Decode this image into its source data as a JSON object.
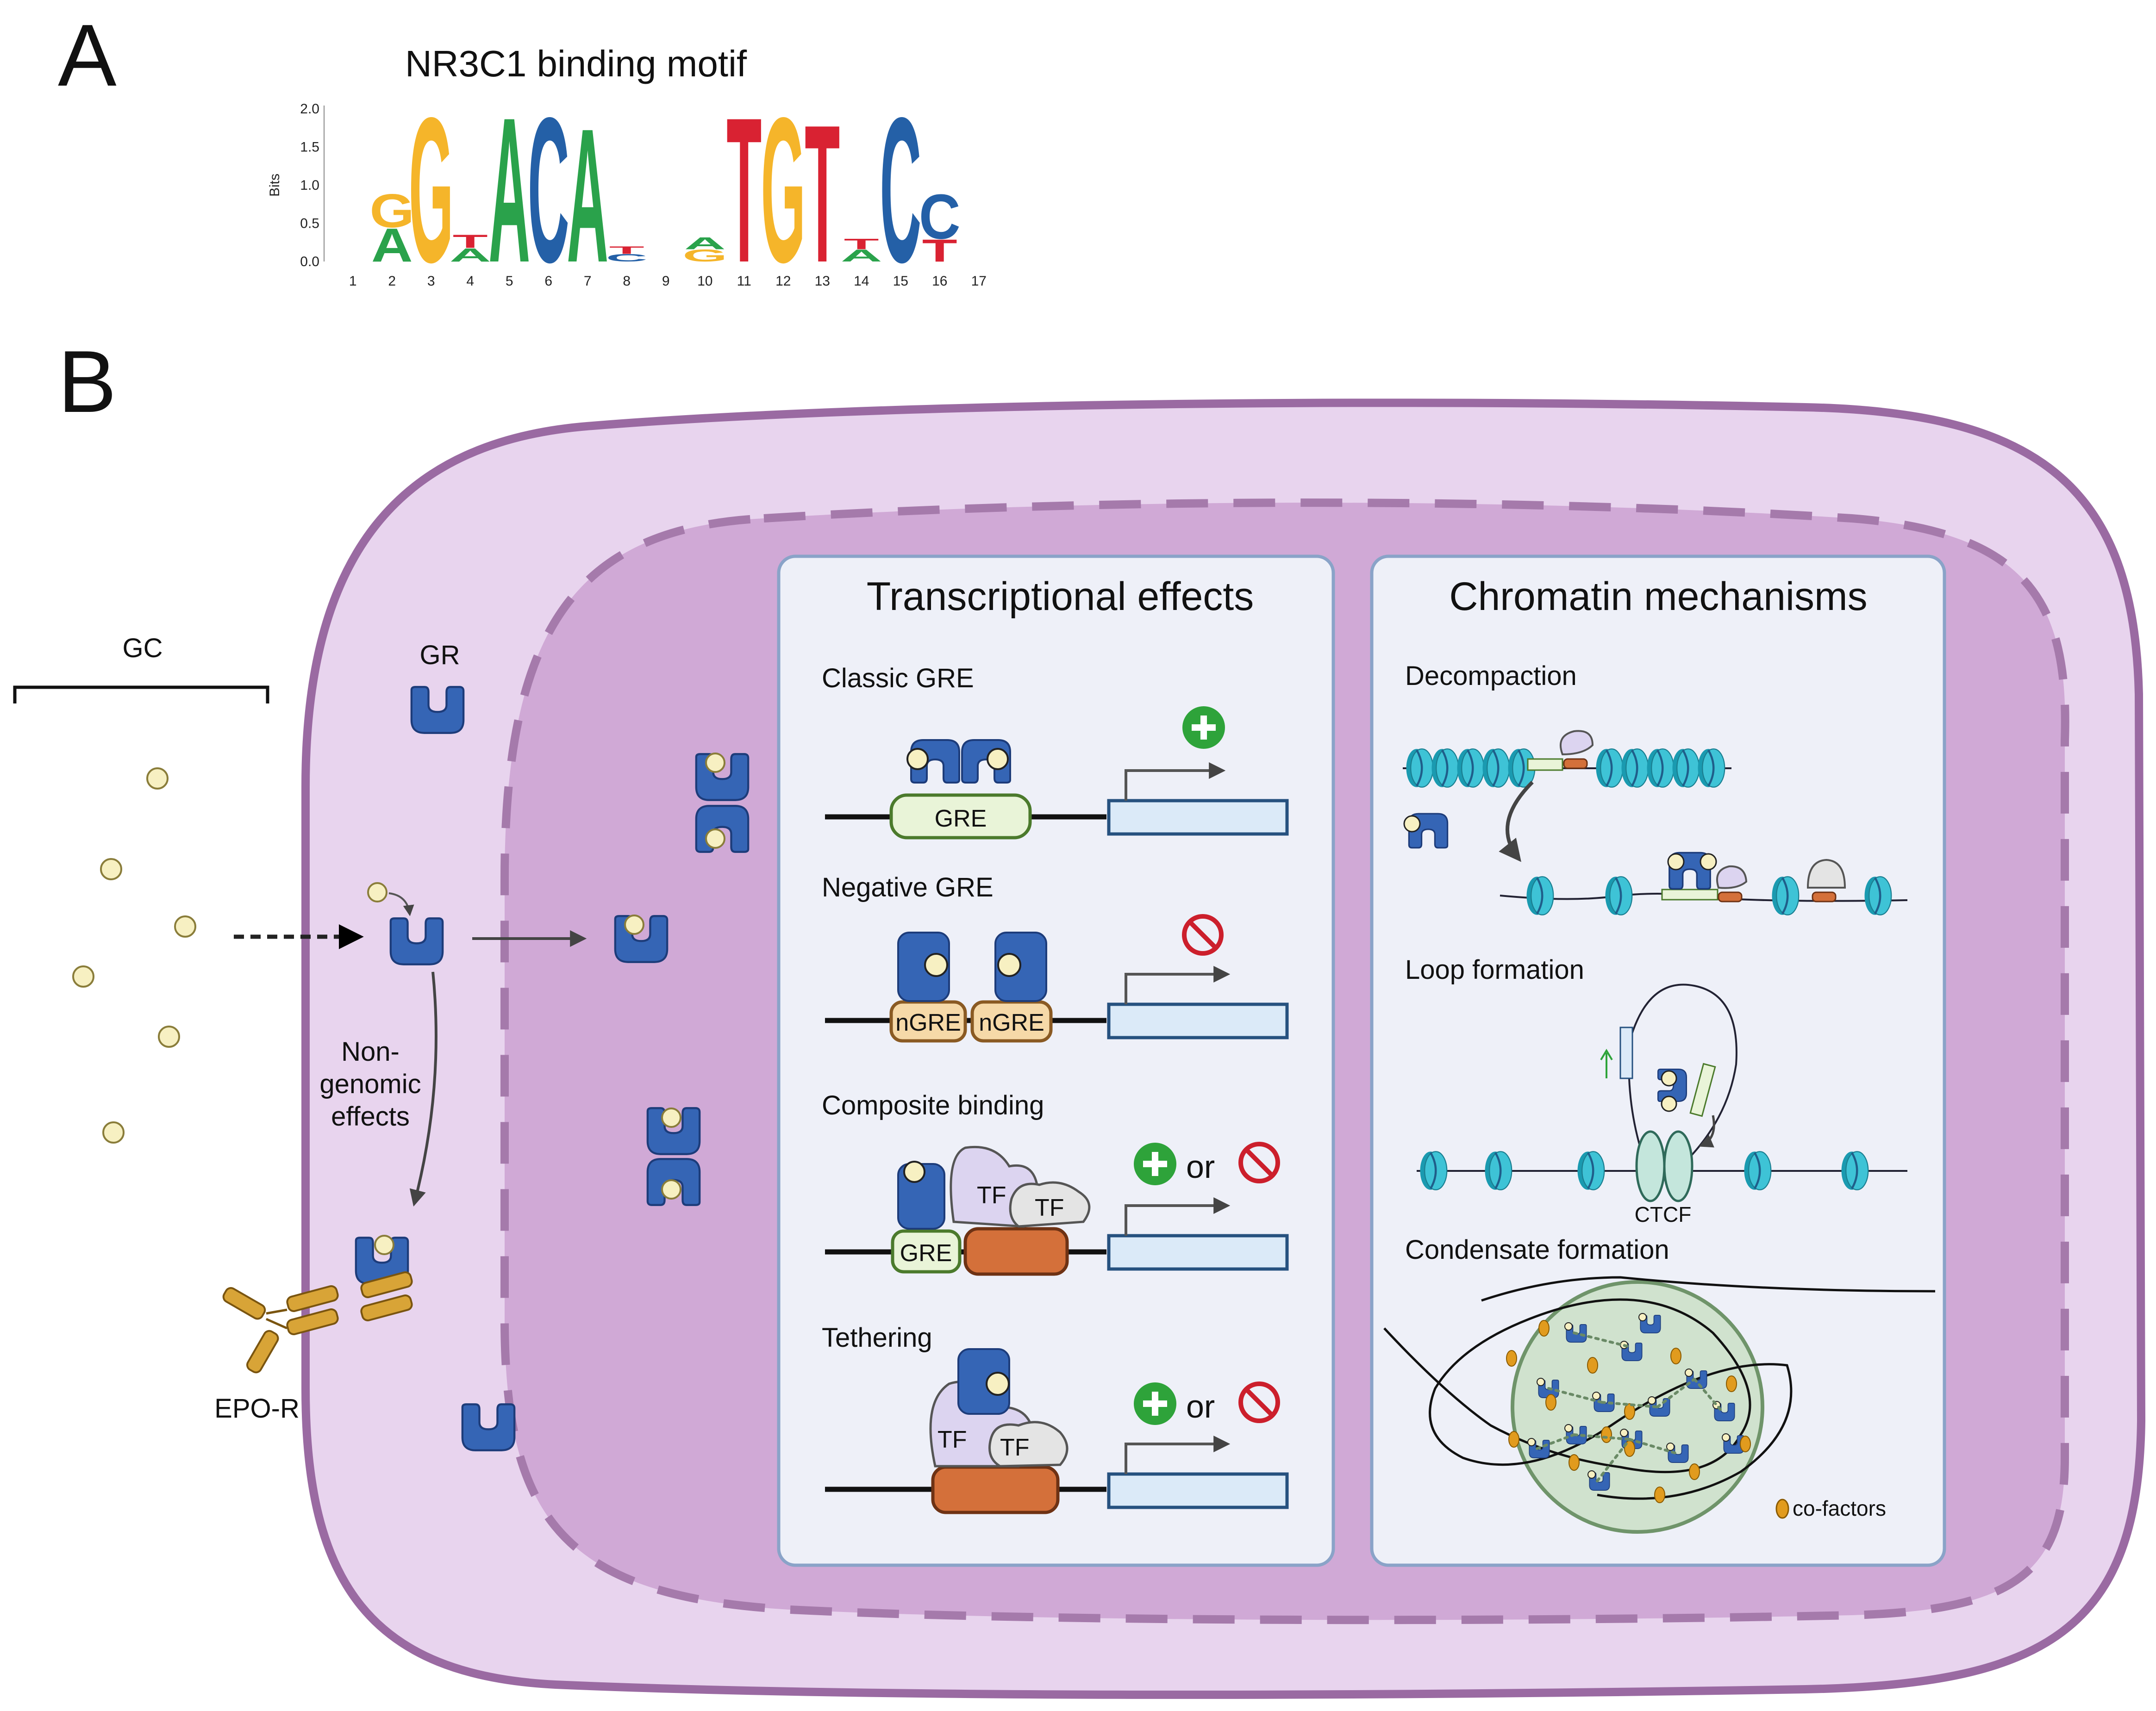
{
  "panel_a": {
    "letter": "A",
    "title": "NR3C1 binding motif",
    "y_axis_label": "Bits",
    "y_ticks": [
      "2.0",
      "1.5",
      "1.0",
      "0.5",
      "0.0"
    ],
    "x_ticks": [
      "1",
      "2",
      "3",
      "4",
      "5",
      "6",
      "7",
      "8",
      "9",
      "10",
      "11",
      "12",
      "13",
      "14",
      "15",
      "16",
      "17"
    ],
    "colors": {
      "A": "#2aa24b",
      "C": "#2460a7",
      "G": "#f5b52a",
      "T": "#d92232"
    },
    "logo": [
      [],
      [
        {
          "base": "A",
          "bits": 0.45
        },
        {
          "base": "G",
          "bits": 0.45
        }
      ],
      [
        {
          "base": "G",
          "bits": 1.95
        }
      ],
      [
        {
          "base": "A",
          "bits": 0.18
        },
        {
          "base": "T",
          "bits": 0.18
        }
      ],
      [
        {
          "base": "A",
          "bits": 1.95
        }
      ],
      [
        {
          "base": "C",
          "bits": 1.95
        }
      ],
      [
        {
          "base": "A",
          "bits": 1.8
        }
      ],
      [
        {
          "base": "C",
          "bits": 0.1
        },
        {
          "base": "T",
          "bits": 0.1
        }
      ],
      [],
      [
        {
          "base": "G",
          "bits": 0.16
        },
        {
          "base": "A",
          "bits": 0.16
        }
      ],
      [
        {
          "base": "T",
          "bits": 1.95
        }
      ],
      [
        {
          "base": "G",
          "bits": 1.95
        }
      ],
      [
        {
          "base": "T",
          "bits": 1.85
        }
      ],
      [
        {
          "base": "A",
          "bits": 0.16
        },
        {
          "base": "T",
          "bits": 0.14
        }
      ],
      [
        {
          "base": "C",
          "bits": 1.95
        }
      ],
      [
        {
          "base": "T",
          "bits": 0.3
        },
        {
          "base": "C",
          "bits": 0.6
        }
      ],
      []
    ]
  },
  "panel_b": {
    "letter": "B",
    "gc_label": "GC",
    "gr_label": "GR",
    "nongenomic_line1": "Non-",
    "nongenomic_line2": "genomic",
    "nongenomic_line3": "effects",
    "epo_label": "EPO-R",
    "transcriptional": {
      "title": "Transcriptional effects",
      "classic": "Classic GRE",
      "negative": "Negative GRE",
      "composite": "Composite binding",
      "tethering": "Tethering",
      "gre": "GRE",
      "ngre": "nGRE",
      "tf": "TF",
      "or": "or"
    },
    "chromatin": {
      "title": "Chromatin mechanisms",
      "decompaction": "Decompaction",
      "loop": "Loop formation",
      "ctcf": "CTCF",
      "condensate": "Condensate formation",
      "cofactors": "co-factors"
    }
  }
}
